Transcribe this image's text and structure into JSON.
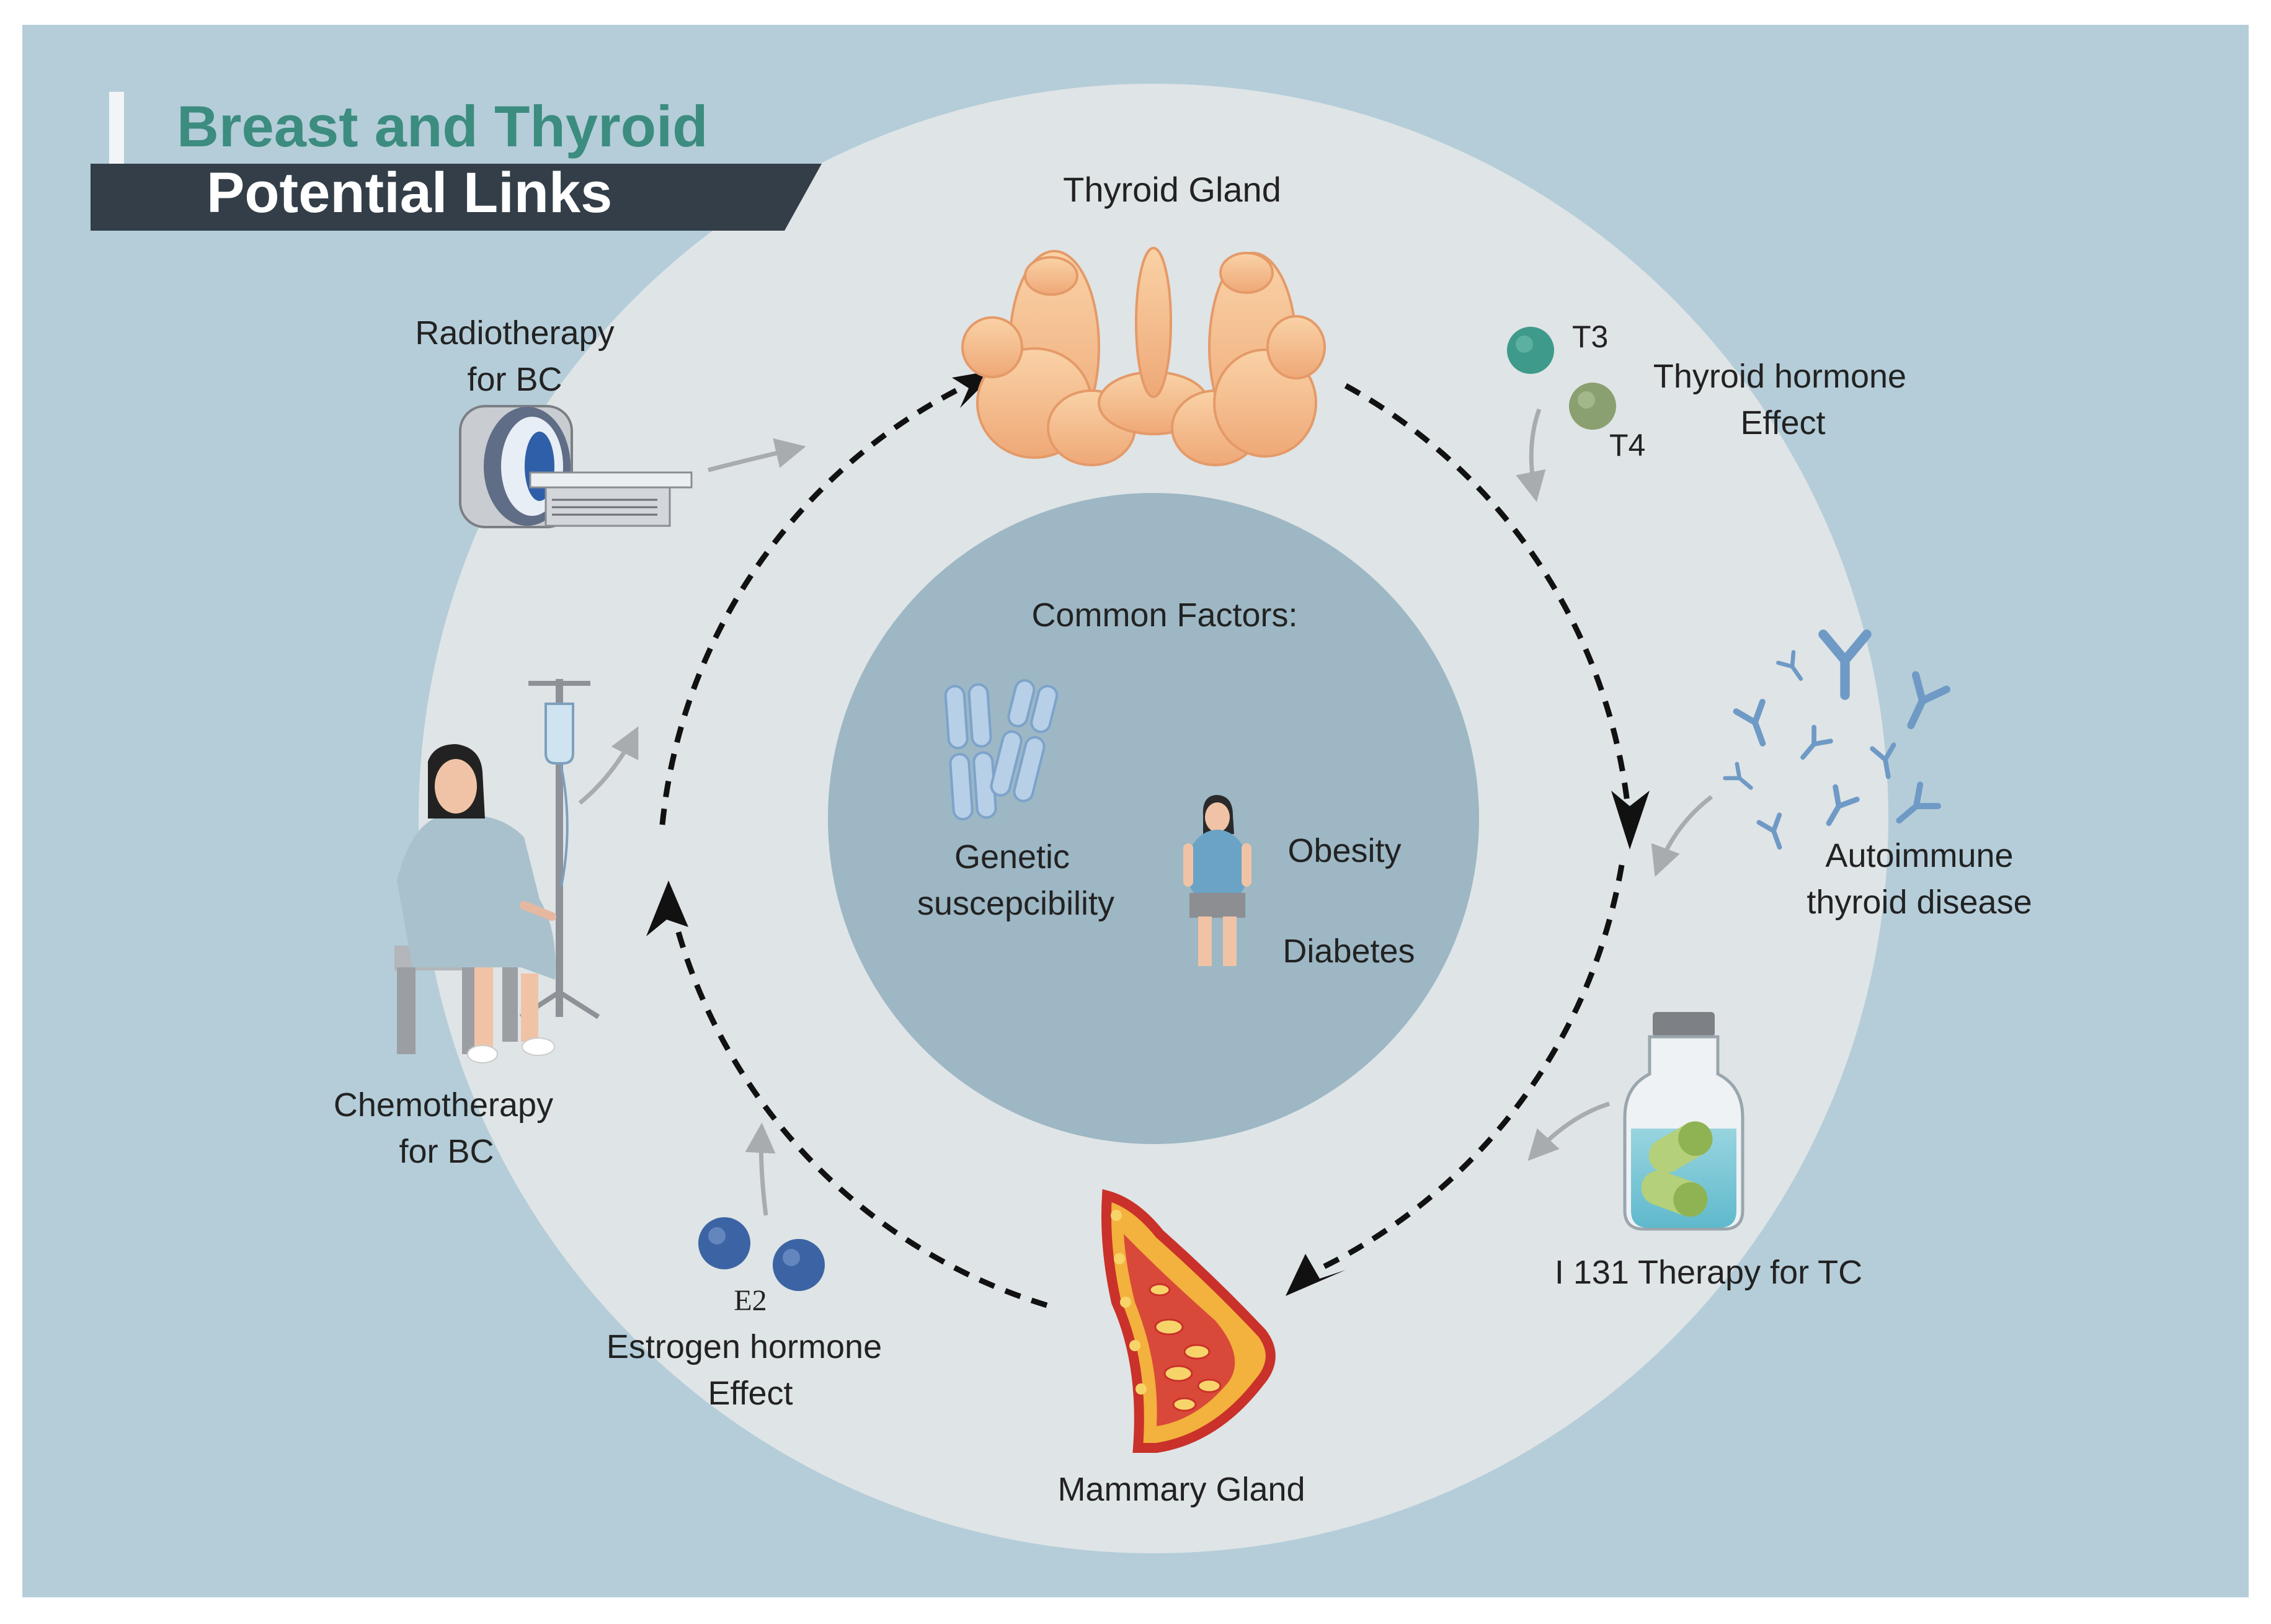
{
  "title": {
    "line1": "Breast and Thyroid",
    "line2": "Potential Links"
  },
  "colors": {
    "outer_bg": "#b4cdd9",
    "ring": "#dfe4e6",
    "inner": "#9db7c4",
    "title_teal": "#3c8c80",
    "title_bar": "#333e48",
    "arrow_gray": "#a8acae",
    "thyroid": "#f5c08e",
    "antibody": "#6f9ac6",
    "estrogen": "#3c64a4",
    "t3": "#3e9a8a",
    "t4": "#8aa070",
    "breast_red": "#d93a2b"
  },
  "nodes": {
    "thyroid_gland": "Thyroid Gland",
    "mammary_gland": "Mammary Gland",
    "radiotherapy": [
      "Radiotherapy",
      "for BC"
    ],
    "chemotherapy": [
      "Chemotherapy",
      "for BC"
    ],
    "thyroid_hormone": [
      "Thyroid hormone",
      "Effect"
    ],
    "t3": "T3",
    "t4": "T4",
    "autoimmune": [
      "Autoimmune",
      "thyroid disease"
    ],
    "i131": "I 131 Therapy for TC",
    "e2": "E2",
    "estrogen": [
      "Estrogen hormone",
      "Effect"
    ]
  },
  "center": {
    "heading": "Common Factors:",
    "genetic": [
      "Genetic",
      "suscepcibility"
    ],
    "obesity": "Obesity",
    "diabetes": "Diabetes"
  },
  "icons": [
    "thyroid-gland-icon",
    "mri-scanner-icon",
    "patient-iv-drip-icon",
    "breast-anatomy-icon",
    "medicine-bottle-capsules-icon",
    "antibody-icon",
    "chromosome-icon",
    "obese-person-icon",
    "hormone-molecule-icon"
  ]
}
